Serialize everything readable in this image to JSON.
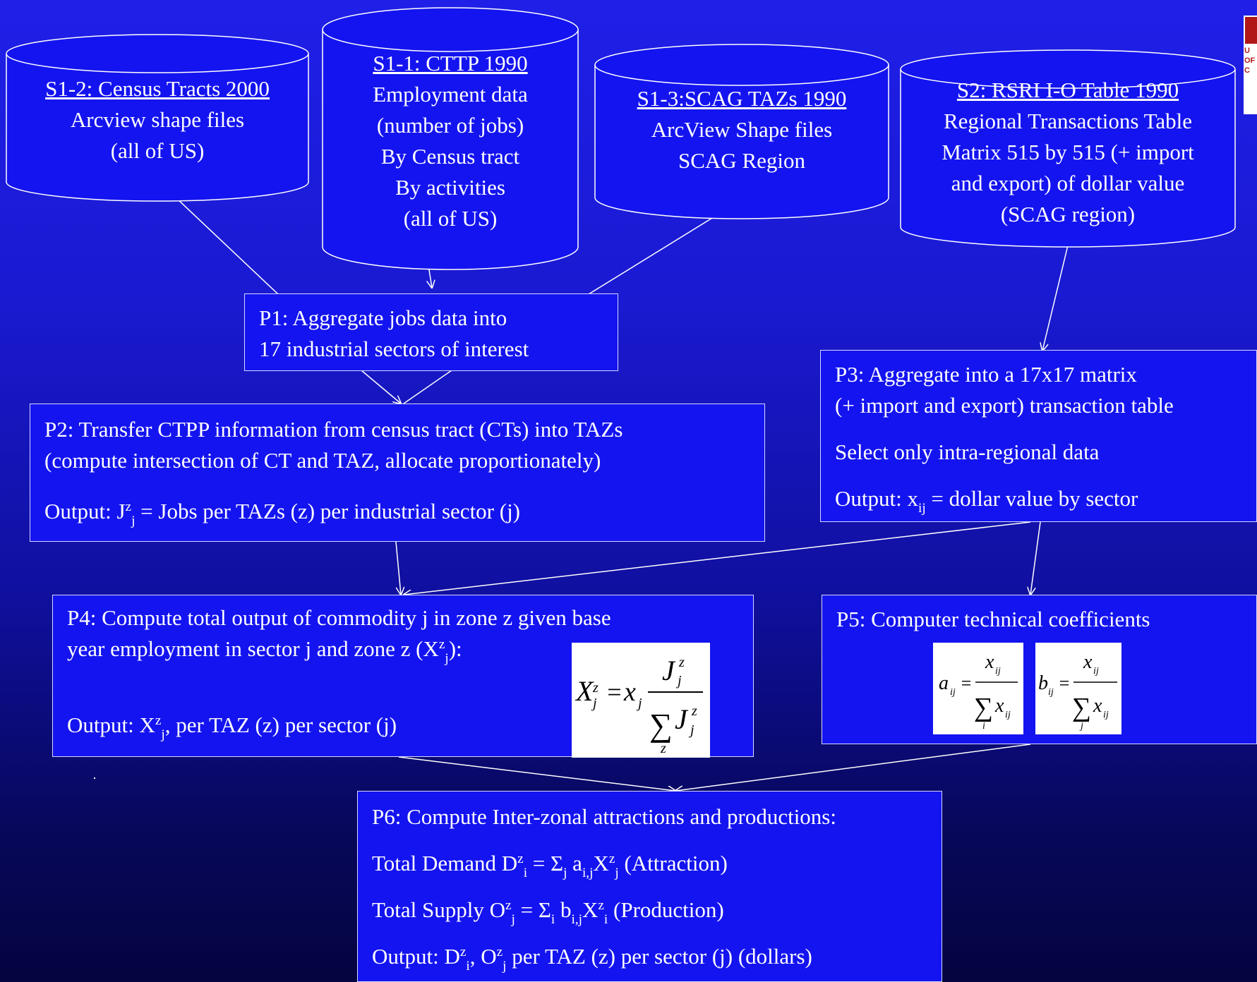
{
  "colors": {
    "background_top": "#1f1fe8",
    "background_bottom": "#040440",
    "box_fill": "#1414f0",
    "text": "#ffffff"
  },
  "sources": {
    "s1_2": {
      "title": "S1-2: Census Tracts 2000",
      "lines": [
        "Arcview shape files",
        "(all of US)"
      ]
    },
    "s1_1": {
      "title": "S1-1: CTTP 1990",
      "lines": [
        "Employment data",
        "(number of jobs)",
        "By Census tract",
        "By activities",
        "(all of US)"
      ]
    },
    "s1_3": {
      "title": "S1-3:SCAG TAZs 1990",
      "lines": [
        "ArcView Shape files",
        "SCAG Region"
      ]
    },
    "s2": {
      "title": "S2: RSRI I-O Table 1990",
      "lines": [
        "Regional Transactions Table",
        "Matrix 515 by 515 (+ import",
        "and export) of dollar value",
        "(SCAG region)"
      ]
    }
  },
  "processes": {
    "p1": {
      "lines": [
        "P1: Aggregate jobs data into",
        "17 industrial sectors of interest"
      ]
    },
    "p2": {
      "lines": [
        "P2: Transfer CTPP information from census tract (CTs) into TAZs",
        "(compute intersection of CT and TAZ, allocate proportionately)"
      ],
      "output_prefix": "Output: J",
      "output_sup": "z",
      "output_sub": "j",
      "output_rest": " =  Jobs per TAZs (z) per industrial sector  (j)"
    },
    "p3": {
      "lines": [
        "P3: Aggregate into a 17x17 matrix",
        "(+ import and export) transaction table",
        "Select only intra-regional data"
      ],
      "output_prefix": "Output: x",
      "output_sub": "ij",
      "output_rest": " = dollar value by sector"
    },
    "p4": {
      "line1": "P4: Compute total output of commodity j in zone z given base",
      "line2_prefix": "year employment in sector j and zone z (X",
      "line2_sup": "z",
      "line2_sub": "j",
      "line2_suffix": "):",
      "output_prefix": "Output: X",
      "output_sup": "z",
      "output_sub": "j",
      "output_rest": ", per TAZ (z) per sector (j)",
      "formula": {
        "X": "X",
        "sub_j": "j",
        "sup_z": "z",
        "eq": "=",
        "x": "x",
        "J": "J",
        "sum": "∑",
        "sum_index": "z"
      }
    },
    "p5": {
      "title": "P5: Computer technical coefficients",
      "formula_a": {
        "lhs": "a",
        "lhs_sub": "ij",
        "eq": "=",
        "num": "x",
        "num_sub": "ij",
        "sum": "∑",
        "den": "x",
        "den_sub": "ij",
        "sum_index": "i"
      },
      "formula_b": {
        "lhs": "b",
        "lhs_sub": "ij",
        "eq": "=",
        "num": "x",
        "num_sub": "ij",
        "sum": "∑",
        "den": "x",
        "den_sub": "ij",
        "sum_index": "j"
      }
    },
    "p6": {
      "title": "P6: Compute Inter-zonal attractions and productions:",
      "demand": {
        "a": "Total Demand D",
        "a_sup": "z",
        "a_sub": "i",
        "b": " = Σ",
        "b_sub": "j",
        "c": " a",
        "c_sub": "i,j",
        "d": "X",
        "d_sup": "z",
        "d_sub": "j",
        "e": "   (Attraction)"
      },
      "supply": {
        "a": "Total Supply  O",
        "a_sup": "z",
        "a_sub": "j",
        "b": "  = Σ",
        "b_sub": "i",
        "c": " b",
        "c_sub": "i,j",
        "d": "X",
        "d_sup": "z",
        "d_sub": "i",
        "e": "    (Production)"
      },
      "output": {
        "a": "Output: D",
        "a_sup": "z",
        "a_sub": "i",
        "b": ", O",
        "b_sup": "z",
        "b_sub": "j",
        "c": "  per TAZ (z) per sector (j) (dollars)"
      }
    }
  },
  "logo": {
    "letter": "U",
    "lines": [
      "U",
      "OF",
      "C"
    ]
  }
}
